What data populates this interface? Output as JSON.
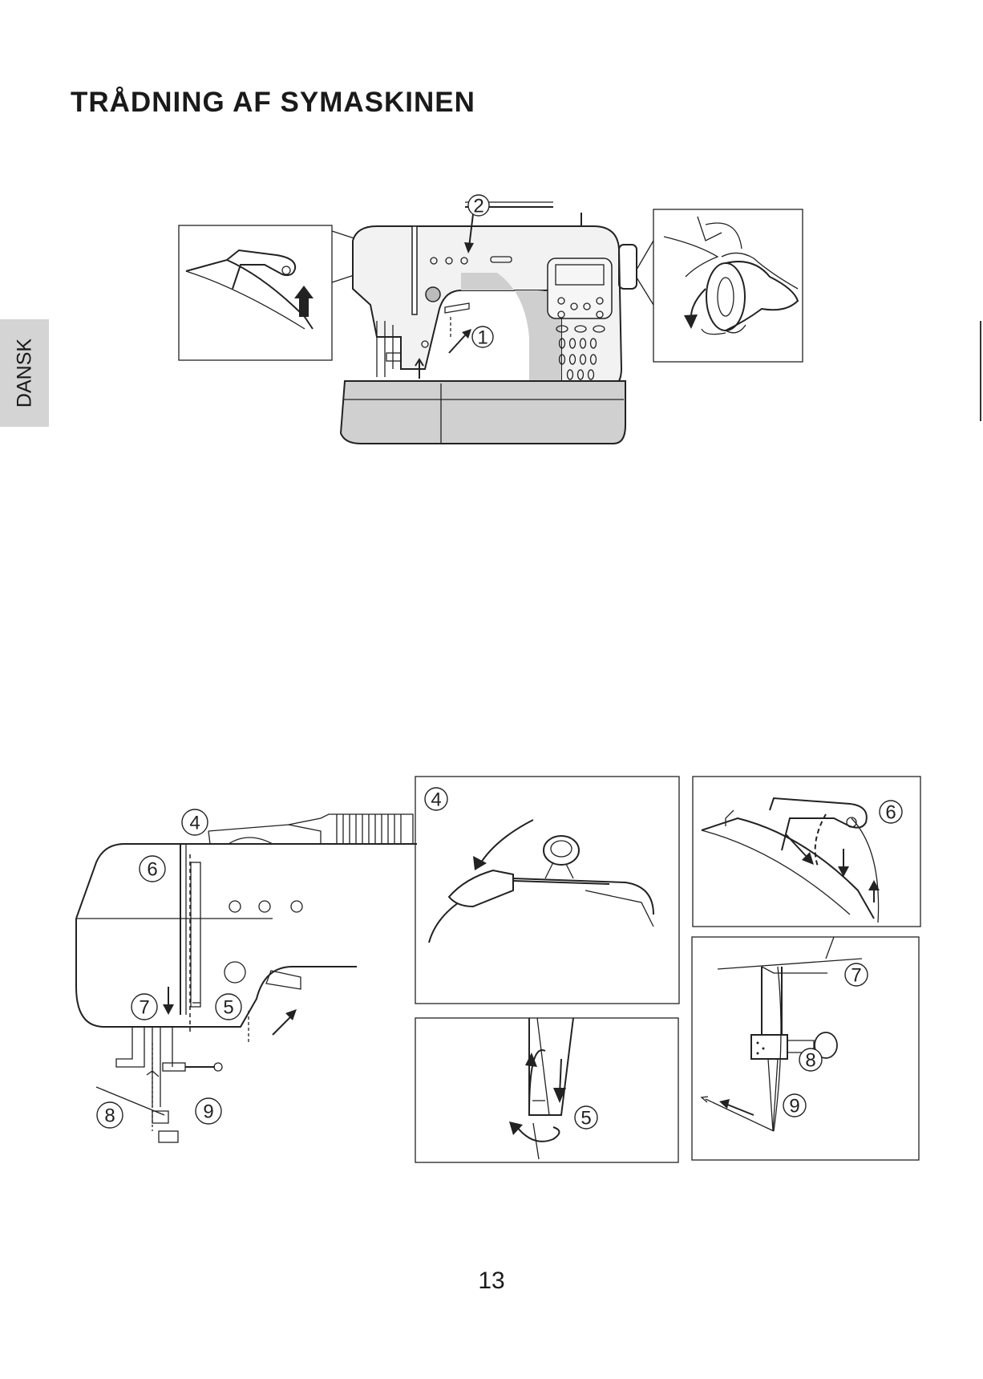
{
  "page": {
    "title": "TRÅDNING AF SYMASKINEN",
    "language_tab": "DANSK",
    "page_number": "13"
  },
  "top_figure": {
    "callouts": [
      "1",
      "2"
    ]
  },
  "bottom_figure": {
    "main_callouts": [
      "4",
      "6",
      "7",
      "5",
      "8",
      "9"
    ],
    "detail_4": "4",
    "detail_5": "5",
    "detail_6": "6",
    "detail_7": "7",
    "detail_8": "8",
    "detail_9": "9"
  }
}
